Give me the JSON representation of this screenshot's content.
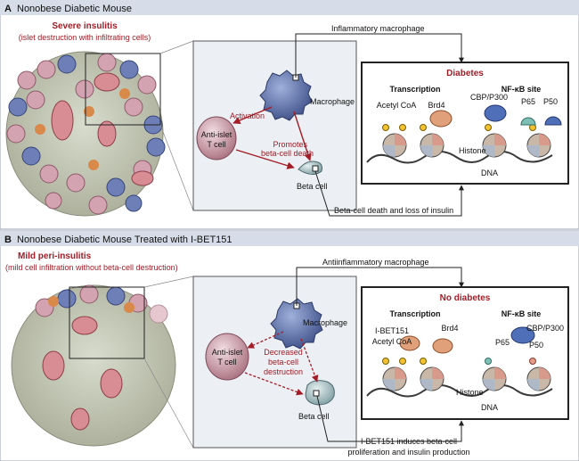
{
  "panel_a": {
    "letter": "A",
    "title": "Nonobese Diabetic Mouse",
    "insulitis_title": "Severe insulitis",
    "insulitis_sub": "(islet destruction with infiltrating cells)",
    "top_label": "Inflammatory macrophage",
    "macrophage": "Macrophage",
    "activation": "Activation",
    "tcell_1": "Anti-islet",
    "tcell_2": "T cell",
    "effect_1": "Promotes",
    "effect_2": "beta-cell death",
    "beta": "Beta cell",
    "outcome": "Diabetes",
    "transcription": "Transcription",
    "nfkb": "NF-κB site",
    "acetyl": "Acetyl CoA",
    "brd4": "Brd4",
    "cbp": "CBP/P300",
    "p65": "P65",
    "p50": "P50",
    "histone": "Histone",
    "dna": "DNA",
    "bottom_label": "Beta-cell death and loss of insulin"
  },
  "panel_b": {
    "letter": "B",
    "title": "Nonobese Diabetic Mouse Treated with I-BET151",
    "insulitis_title": "Mild peri-insulitis",
    "insulitis_sub": "(mild cell infiltration without beta-cell destruction)",
    "top_label": "Antiinflammatory macrophage",
    "macrophage": "Macrophage",
    "tcell_1": "Anti-islet",
    "tcell_2": "T cell",
    "effect_1": "Decreased",
    "effect_2": "beta-cell",
    "effect_3": "destruction",
    "beta": "Beta cell",
    "outcome": "No diabetes",
    "transcription": "Transcription",
    "nfkb": "NF-κB site",
    "ibet": "I-BET151",
    "acetyl": "Acetyl CoA",
    "brd4": "Brd4",
    "cbp": "CBP/P300",
    "p65": "P65",
    "p50": "P50",
    "histone": "Histone",
    "dna": "DNA",
    "bottom_label_1": "I-BET151 induces beta-cell",
    "bottom_label_2": "proliferation and insulin production"
  },
  "colors": {
    "header_bg": "#d6dde8",
    "accent_red": "#a31c26",
    "macrophage": "#5b6fa8",
    "tcell": "#b78797",
    "beta": "#a9c2c5",
    "brd4": "#e0a07a",
    "cbp": "#4f6fb8"
  }
}
